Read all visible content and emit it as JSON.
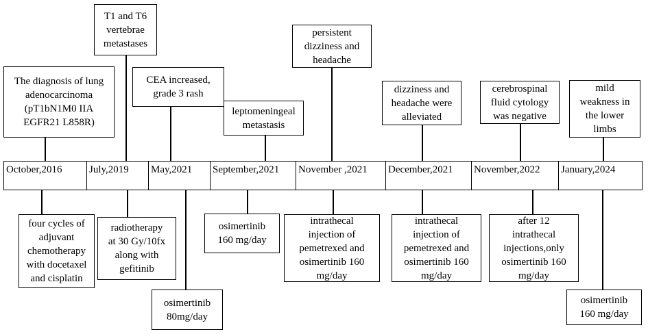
{
  "timeline": [
    "October,2016",
    "July,2019",
    "May,2021",
    "September,2021",
    "November ,2021",
    "December,2021",
    "November,2022",
    "January,2024"
  ],
  "events_above": [
    {
      "lines": [
        "The diagnosis of lung",
        "adenocarcinoma",
        "(pT1bN1M0 IIA",
        "EGFR21 L858R)"
      ]
    },
    {
      "lines": [
        "T1 and T6",
        "vertebrae",
        "metastases"
      ]
    },
    {
      "lines": [
        "CEA  increased,",
        "grade 3 rash"
      ]
    },
    {
      "lines": [
        "leptomeningeal",
        "metastasis"
      ]
    },
    {
      "lines": [
        "persistent",
        "dizziness and",
        "headache"
      ]
    },
    {
      "lines": [
        "dizziness and",
        "headache were",
        "alleviated"
      ]
    },
    {
      "lines": [
        "cerebrospinal",
        "fluid cytology",
        "was negative"
      ]
    },
    {
      "lines": [
        "mild",
        "weakness in",
        "the lower",
        "limbs"
      ]
    }
  ],
  "treatments_below": [
    {
      "lines": [
        "four cycles of",
        "adjuvant",
        "chemotherapy",
        "with docetaxel",
        "and cisplatin"
      ]
    },
    {
      "lines": [
        "radiotherapy",
        "at 30 Gy/10fx",
        "along with",
        "gefitinib"
      ]
    },
    {
      "lines": [
        "osimertinib",
        "80mg/day"
      ]
    },
    {
      "lines": [
        "osimertinib",
        "160 mg/day"
      ]
    },
    {
      "lines": [
        "intrathecal",
        "injection of",
        "pemetrexed and",
        "osimertinib 160",
        "mg/day"
      ]
    },
    {
      "lines": [
        "intrathecal",
        "injection of",
        "pemetrexed and",
        "osimertinib 160",
        "mg/day"
      ]
    },
    {
      "lines": [
        "after 12",
        "intrathecal",
        "injections,only",
        "osimertinib 160",
        "mg/day"
      ]
    },
    {
      "lines": [
        "osimertinib",
        "160 mg/day"
      ]
    }
  ]
}
